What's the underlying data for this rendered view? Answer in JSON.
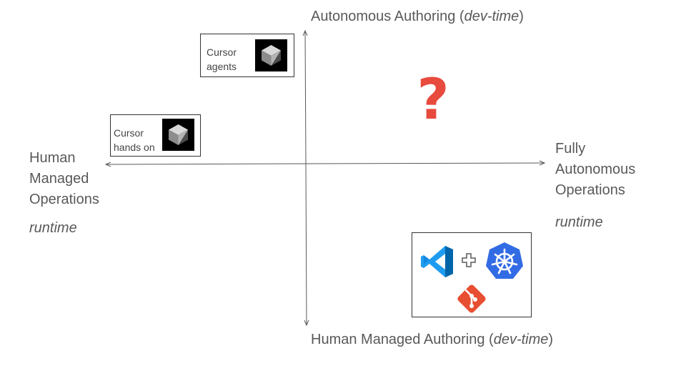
{
  "axes": {
    "top": {
      "text": "Autonomous Authoring (",
      "italic": "dev-time",
      "suffix": ")"
    },
    "bottom": {
      "text": "Human Managed Authoring (",
      "italic": "dev-time",
      "suffix": ")"
    },
    "left": {
      "lines": [
        "Human",
        "Managed",
        "Operations"
      ],
      "italic": "runtime"
    },
    "right": {
      "lines": [
        "Fully",
        "Autonomous",
        "Operations"
      ],
      "italic": "runtime"
    }
  },
  "cards": {
    "cursor_agents": {
      "lines": [
        "Cursor",
        "agents"
      ],
      "icon": "cursor-icon"
    },
    "cursor_hands_on": {
      "lines": [
        "Cursor",
        "hands on"
      ],
      "icon": "cursor-icon"
    },
    "toolchain": {
      "icons": [
        "vscode-icon",
        "plus-icon",
        "kubernetes-icon",
        "git-icon"
      ]
    }
  },
  "marker": {
    "symbol": "?",
    "icon": "question-mark-icon"
  },
  "colors": {
    "text": "#595959",
    "axis": "#595959",
    "question": "#e84a3e",
    "vscode": "#0a7bd6",
    "kubernetes": "#326ce5",
    "git": "#e84e31"
  }
}
